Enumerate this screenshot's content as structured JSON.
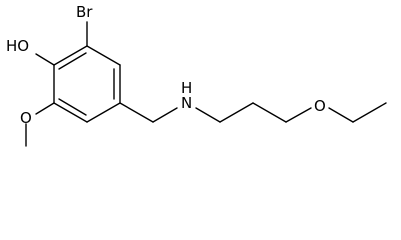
{
  "molecule": {
    "labels": {
      "bromine": "Br",
      "hydroxyl": "HO",
      "methoxy_oxygen": "O",
      "amine": "H",
      "amine_nitrogen": "N",
      "ether_oxygen": "O"
    }
  },
  "colors": {
    "background": "#ffffff",
    "ink": "#000000"
  }
}
